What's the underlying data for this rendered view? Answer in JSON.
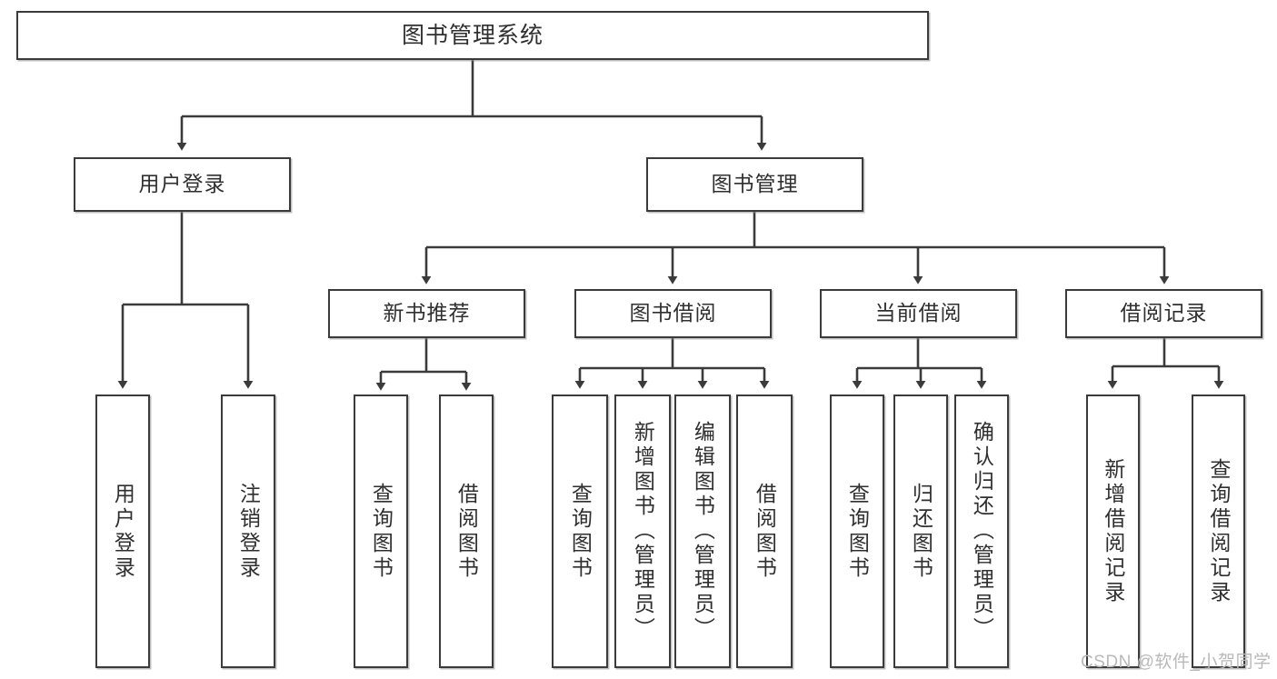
{
  "diagram": {
    "title": "图书管理系统",
    "type": "hierarchy-tree",
    "stroke_color": "#3b3b3b",
    "text_color": "#2f2f2f",
    "background_color": "#ffffff",
    "levels": 4
  },
  "root": {
    "label": "图书管理系统"
  },
  "level2": [
    {
      "label": "用户登录"
    },
    {
      "label": "图书管理"
    }
  ],
  "level3": [
    {
      "label": "新书推荐"
    },
    {
      "label": "图书借阅"
    },
    {
      "label": "当前借阅"
    },
    {
      "label": "借阅记录"
    }
  ],
  "leaves": {
    "user_login": [
      {
        "label": "用户登录"
      },
      {
        "label": "注销登录"
      }
    ],
    "new_book_recommend": [
      {
        "label": "查询图书"
      },
      {
        "label": "借阅图书"
      }
    ],
    "book_borrow": [
      {
        "label": "查询图书"
      },
      {
        "label": "新增图书（管理员）"
      },
      {
        "label": "编辑图书（管理员）"
      },
      {
        "label": "借阅图书"
      }
    ],
    "current_borrow": [
      {
        "label": "查询图书"
      },
      {
        "label": "归还图书"
      },
      {
        "label": "确认归还（管理员）"
      }
    ],
    "borrow_record": [
      {
        "label": "新增借阅记录"
      },
      {
        "label": "查询借阅记录"
      }
    ]
  },
  "watermark": {
    "text": "CSDN @软件_小贺同学"
  }
}
